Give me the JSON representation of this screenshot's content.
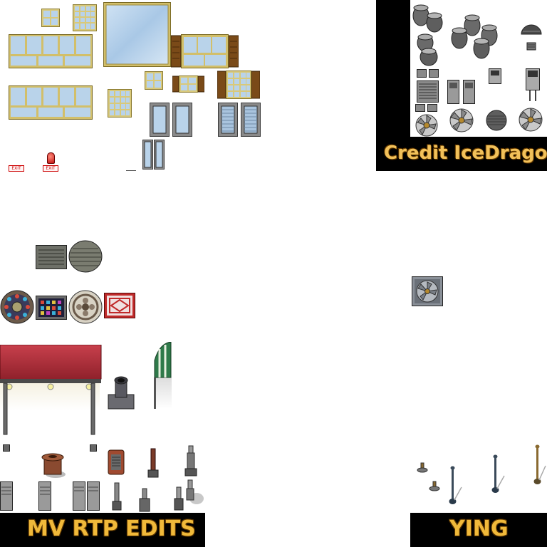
{
  "sheet": {
    "credits": {
      "icedragon": "Credit IceDragon",
      "mv_rtp": "MV RTP EDITS",
      "ying": "YING"
    },
    "exit_signs": [
      "EXIT",
      "EXIT"
    ]
  },
  "colors": {
    "background": "#ffffff",
    "panel": "#000000",
    "credit_text": "#f2c15a",
    "glass": "#b9d3ea",
    "frame_gold": "#b9a24a",
    "wood": "#7a4a18",
    "awning_red": "#b0303c",
    "awning_green": "#2f7a4a",
    "metal": "#7d7d7d"
  },
  "sprites": [
    "window-small",
    "window-grid",
    "window-large",
    "window-wide",
    "shutter-window",
    "door-glass",
    "door-blinds",
    "exit-sign",
    "alarm-light",
    "barrel",
    "vent-dome",
    "vent-grate",
    "fan",
    "manhole",
    "rug",
    "market-awning",
    "green-awning",
    "chimney-pipe",
    "bollard",
    "street-lamp",
    "ac-unit",
    "wall-fan"
  ]
}
